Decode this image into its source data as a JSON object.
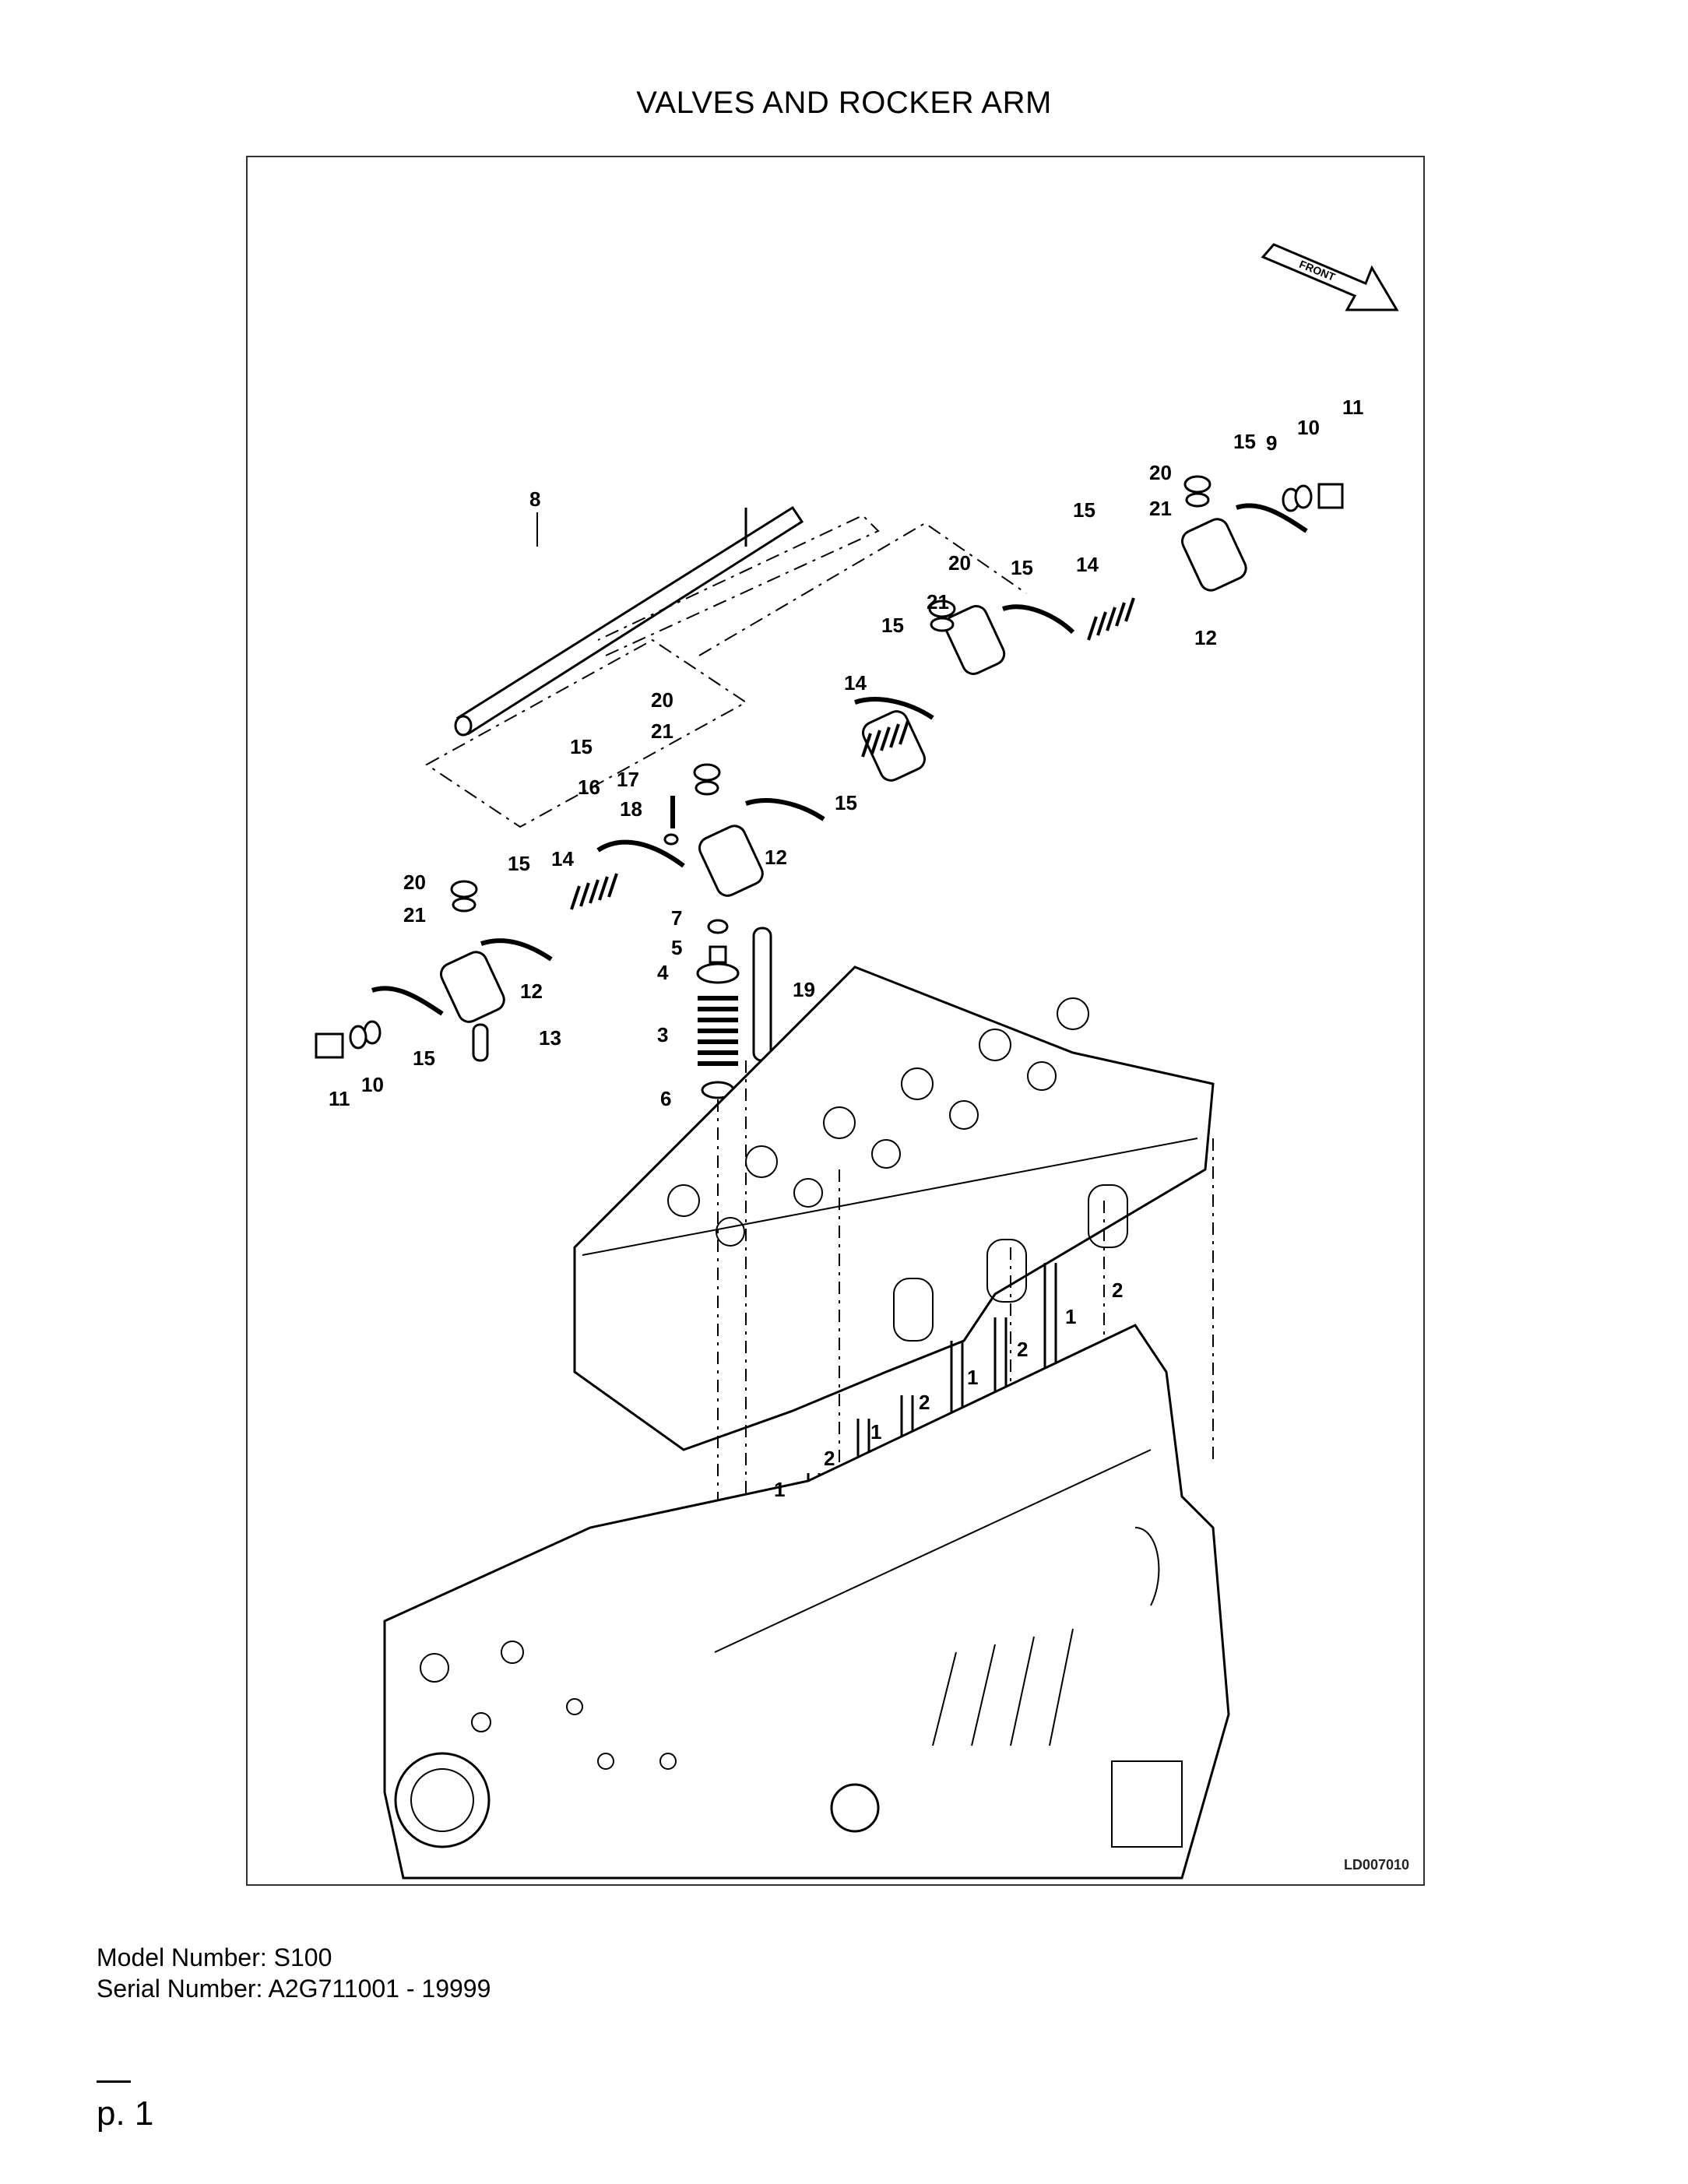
{
  "page": {
    "title": "VALVES AND ROCKER ARM",
    "figure_id": "LD007010",
    "front_arrow_label": "FRONT",
    "model_line": "Model Number: S100",
    "serial_line": "Serial Number: A2G711001 - 19999",
    "page_label": "p. 1"
  },
  "callouts": [
    "1",
    "2",
    "3",
    "4",
    "5",
    "6",
    "7",
    "8",
    "9",
    "10",
    "11",
    "12",
    "13",
    "14",
    "15",
    "16",
    "17",
    "18",
    "19",
    "20",
    "21"
  ]
}
